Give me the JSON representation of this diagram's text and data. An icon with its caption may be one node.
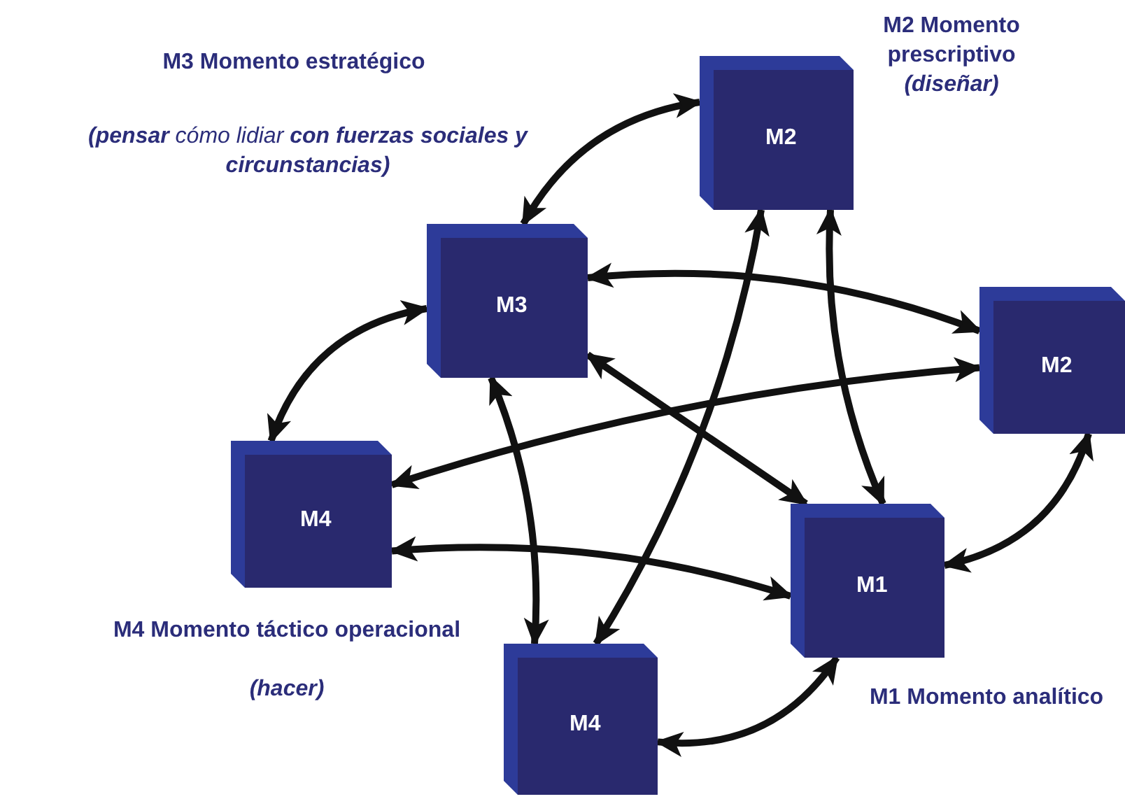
{
  "diagram": {
    "nodes": [
      {
        "text": [
          "M2"
        ],
        "beside": [
          "M2 Momento prescriptivo",
          "(diseñar)"
        ]
      },
      {
        "text": [
          "M3"
        ],
        "beside": [
          "M3 Momento estratégico",
          "**(pensar** cómo lidiar **con fuerzas sociales y circunstancias)**"
        ]
      },
      {
        "text": [
          "M2"
        ]
      },
      {
        "text": [
          "M4"
        ],
        "beside": [
          "M4 Momento táctico operacional",
          "(hacer)"
        ]
      },
      {
        "text": [
          "M1"
        ],
        "beside": [
          "M1 Momento analítico"
        ]
      },
      {
        "text": [
          "M4"
        ]
      }
    ],
    "edges": [
      {
        "from": 1,
        "to": 0,
        "arrow": "both"
      },
      {
        "from": 1,
        "to": 2,
        "arrow": "both"
      },
      {
        "from": 2,
        "to": 3,
        "arrow": "both"
      },
      {
        "from": 1,
        "to": 3,
        "arrow": "both"
      },
      {
        "from": 1,
        "to": 4,
        "arrow": "both"
      },
      {
        "from": 1,
        "to": 5,
        "arrow": "both"
      },
      {
        "from": 0,
        "to": 5,
        "arrow": "both"
      },
      {
        "from": 0,
        "to": 4,
        "arrow": "both"
      },
      {
        "from": 3,
        "to": 4,
        "arrow": "both"
      },
      {
        "from": 2,
        "to": 4,
        "arrow": "both"
      },
      {
        "from": 5,
        "to": 4,
        "arrow": "both"
      }
    ]
  }
}
